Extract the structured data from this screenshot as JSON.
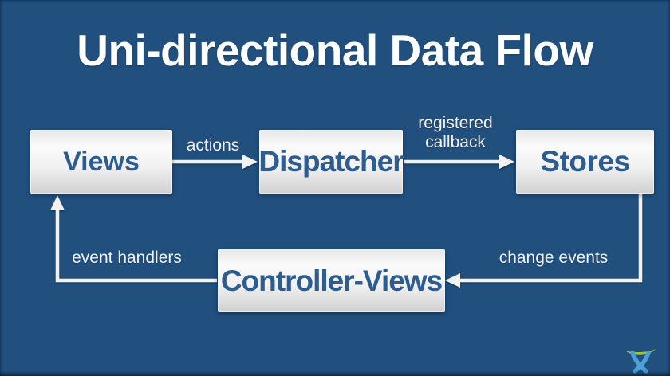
{
  "title": "Uni-directional Data Flow",
  "nodes": {
    "views": {
      "label": "Views"
    },
    "dispatcher": {
      "label": "Dispatcher"
    },
    "stores": {
      "label": "Stores"
    },
    "controller_views": {
      "label": "Controller-Views"
    }
  },
  "edges": {
    "views_to_dispatcher": {
      "label": "actions"
    },
    "dispatcher_to_stores": {
      "label": "registered callback"
    },
    "stores_to_controller_views": {
      "label": "change events"
    },
    "controller_views_to_views": {
      "label": "event handlers"
    }
  },
  "logo": {
    "name": "confluence-logo"
  },
  "colors": {
    "background": "#21507F",
    "box_gradient_top": "#E7E7E7",
    "box_gradient_bottom": "#D0D0D0",
    "box_text": "#2C5C90",
    "title_text": "#FFFFFF",
    "arrow": "#F2F2F2",
    "edge_label_text": "#F2F2F2",
    "logo_green": "#9FC43A",
    "logo_blue": "#4C9FD7"
  }
}
